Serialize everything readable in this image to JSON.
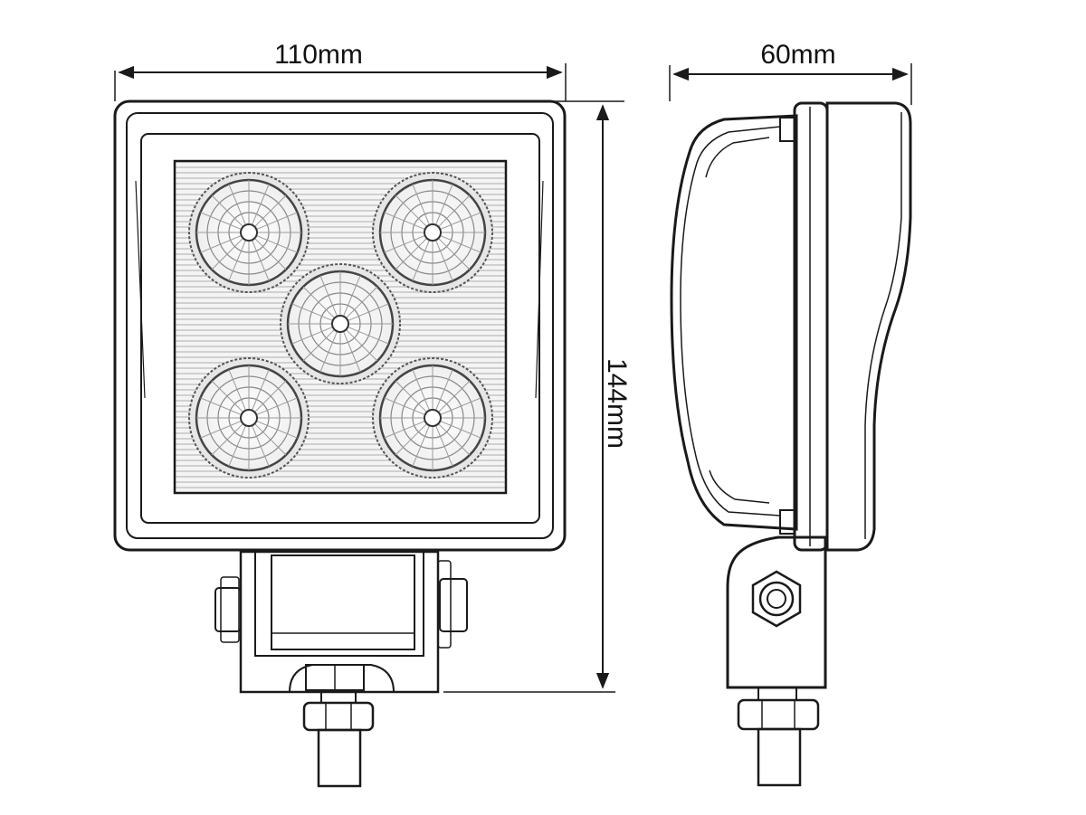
{
  "dimensions": {
    "front_width": "110mm",
    "front_height": "144mm",
    "side_depth": "60mm"
  },
  "views": {
    "front": {
      "led_count": 5
    },
    "side": {}
  }
}
